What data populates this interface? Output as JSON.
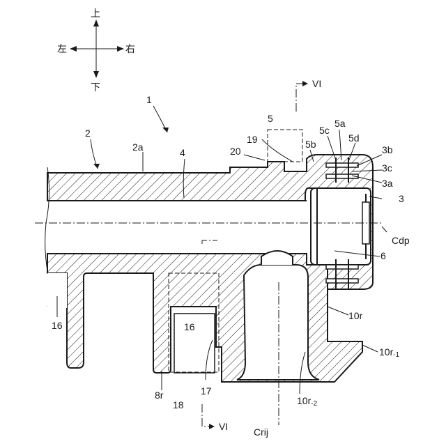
{
  "compass": {
    "up": "上",
    "down": "下",
    "left": "左",
    "right": "右"
  },
  "section_marks": {
    "top": "VI",
    "bottom": "VI"
  },
  "labels": {
    "l1": "1",
    "l2": "2",
    "l2a": "2a",
    "l4": "4",
    "l5": "5",
    "l19": "19",
    "l20": "20",
    "l5b": "5b",
    "l5c": "5c",
    "l5a": "5a",
    "l5d": "5d",
    "l3b": "3b",
    "l3c": "3c",
    "l3a": "3a",
    "l3": "3",
    "lCdp": "Cdp",
    "l6": "6",
    "l10r": "10r",
    "l10r1": "10r",
    "l10r1sub": "-1",
    "l10r2": "10r",
    "l10r2sub": "-2",
    "l16a": "16",
    "l16b": "16",
    "l8r": "8r",
    "l18": "18",
    "l17": "17",
    "lCrij": "Crij"
  }
}
